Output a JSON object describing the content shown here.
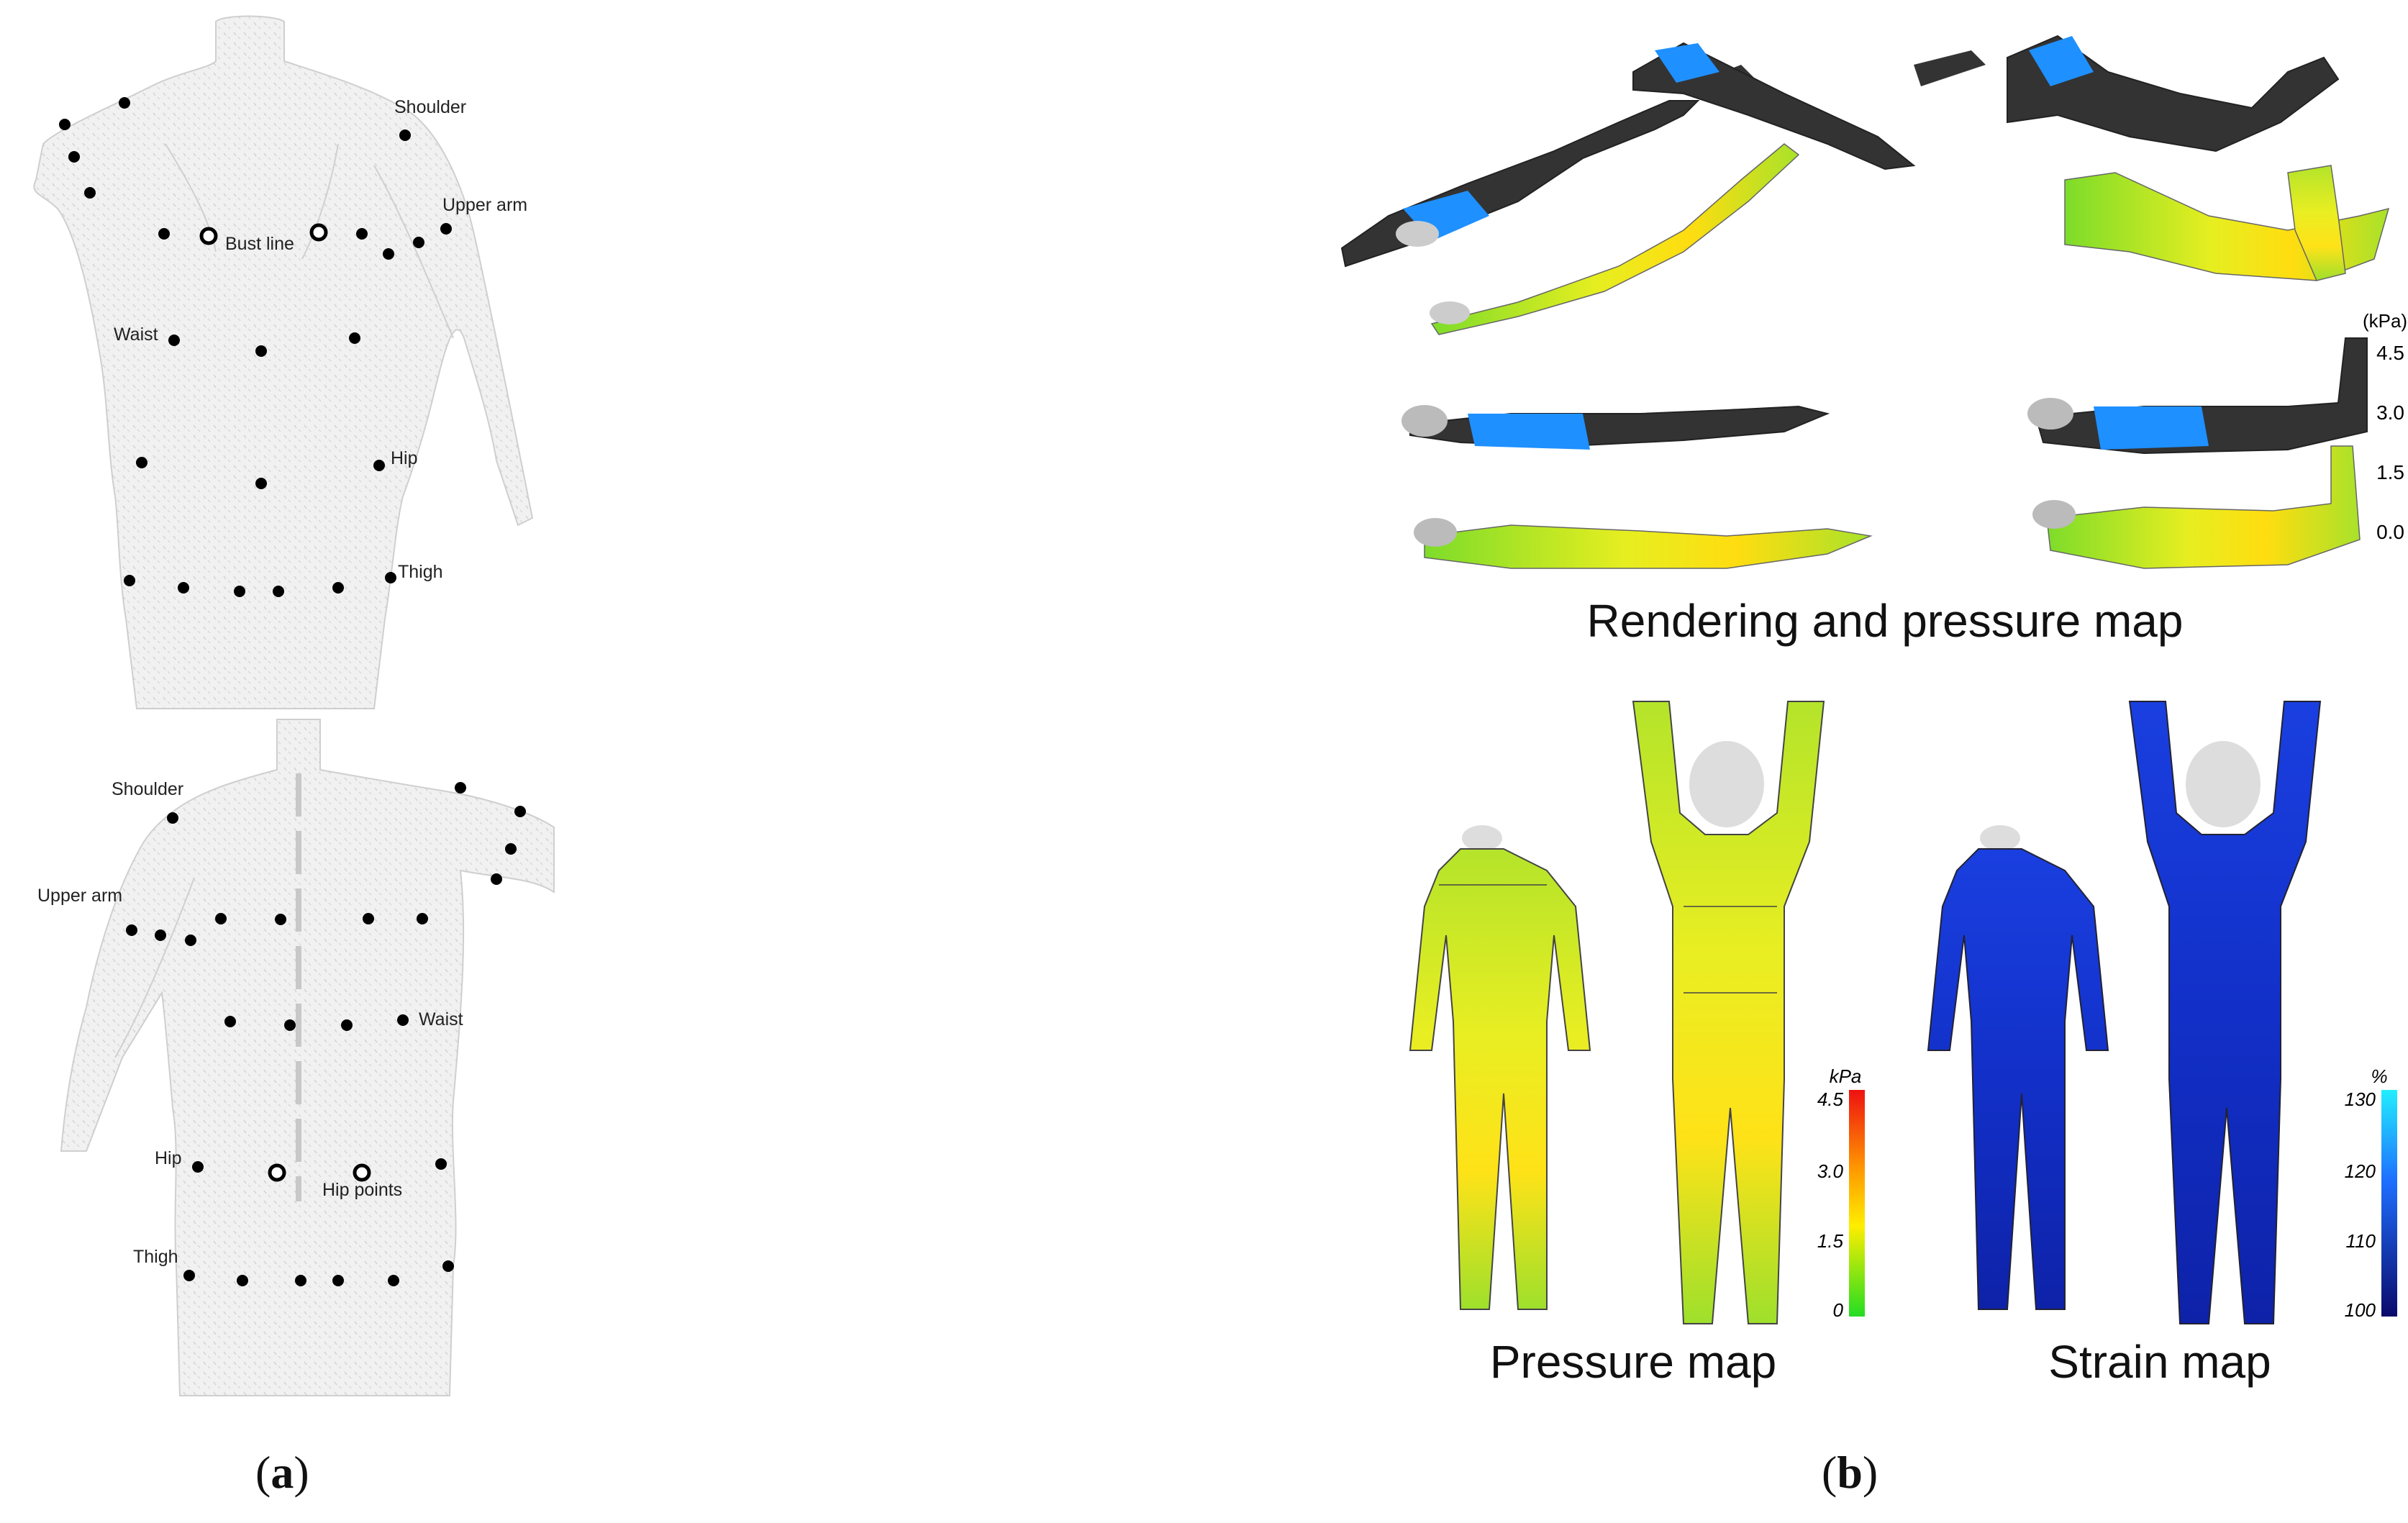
{
  "panel_a": {
    "front_labels": {
      "shoulder": "Shoulder",
      "upper_arm": "Upper arm",
      "bust_line": "Bust line",
      "waist": "Waist",
      "hip": "Hip",
      "thigh": "Thigh"
    },
    "back_labels": {
      "shoulder": "Shoulder",
      "upper_arm": "Upper arm",
      "waist": "Waist",
      "hip": "Hip",
      "hip_points": "Hip points",
      "thigh": "Thigh"
    },
    "caption_letter": "a"
  },
  "panel_b": {
    "rendering_title": "Rendering and pressure map",
    "pressure_title": "Pressure map",
    "strain_title": "Strain map",
    "caption_letter": "b",
    "legend_top": {
      "unit": "(kPa)",
      "ticks": [
        "4.5",
        "3.0",
        "1.5",
        "0.0"
      ]
    },
    "legend_pressure": {
      "unit": "kPa",
      "ticks": [
        "4.5",
        "3.0",
        "1.5",
        "0"
      ]
    },
    "legend_strain": {
      "unit": "%",
      "ticks": [
        "130",
        "120",
        "110",
        "100"
      ]
    },
    "colors": {
      "pressure_low": "#22dd22",
      "pressure_mid": "#ffee00",
      "pressure_high": "#ee1111",
      "strain_low": "#0a0a6a",
      "strain_high": "#22ddff",
      "suit_dark": "#333333",
      "suit_accent": "#1e90ff"
    }
  }
}
